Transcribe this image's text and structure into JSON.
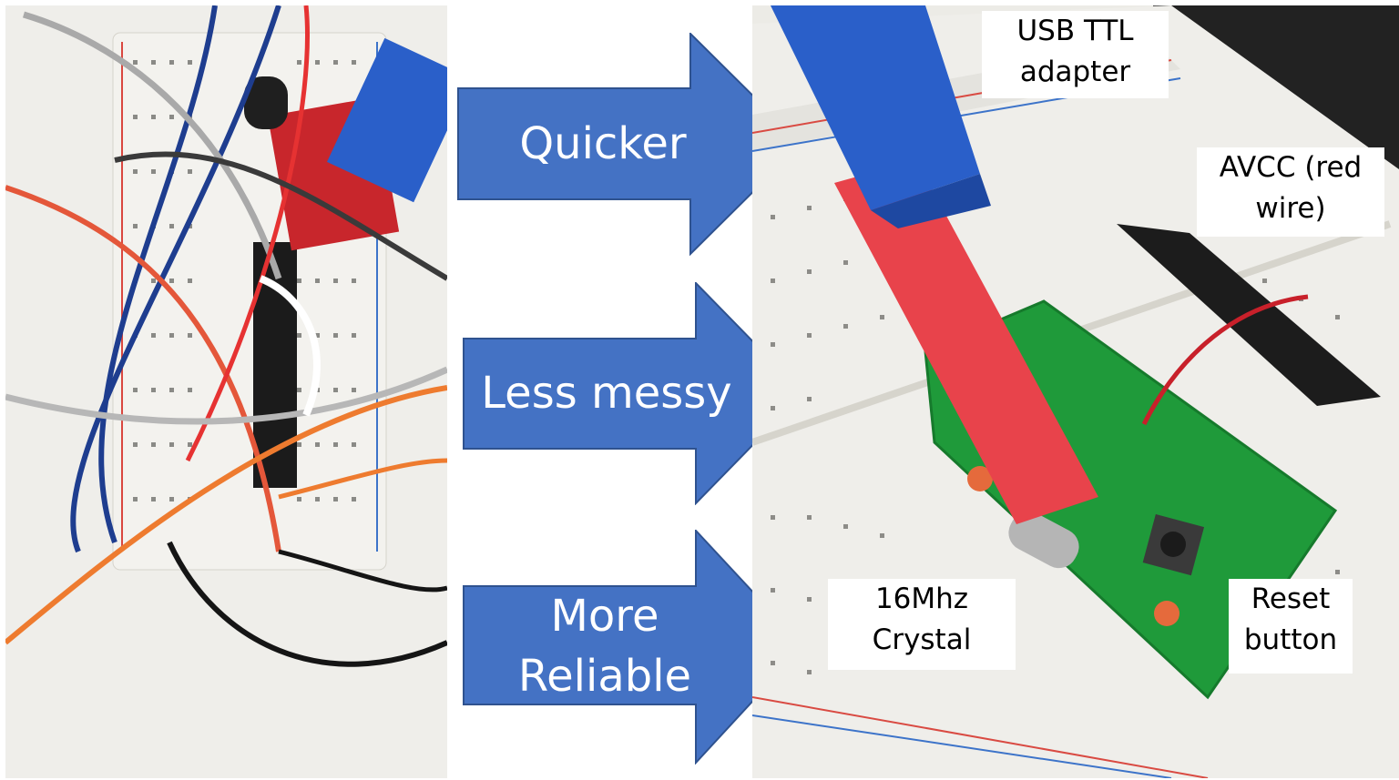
{
  "arrows": [
    {
      "label_lines": [
        "Quicker"
      ]
    },
    {
      "label_lines": [
        "Less messy"
      ]
    },
    {
      "label_lines": [
        "More",
        "Reliable"
      ]
    }
  ],
  "callouts": {
    "usb_ttl": [
      "USB TTL",
      "adapter"
    ],
    "avcc": [
      "AVCC (red",
      "wire)"
    ],
    "crystal": [
      "16Mhz",
      "Crystal"
    ],
    "reset": [
      "Reset",
      "button"
    ]
  },
  "colors": {
    "arrow_fill": "#4472c4",
    "arrow_stroke": "#2f528f",
    "pcb_green": "#1f9a3a",
    "adapter_red": "#e8434b",
    "adapter_blue": "#2a5fc9",
    "breadboard": "#ecebe6"
  }
}
